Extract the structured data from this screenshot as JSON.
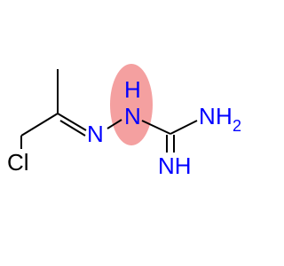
{
  "molecule": {
    "atoms": {
      "chlorine": "Cl",
      "imine_n": "N",
      "nh_n": "N",
      "nh_h": "H",
      "amine_n": "N",
      "amine_h": "H",
      "amine_subscript": "2",
      "imino_nh": "NH"
    },
    "highlight": {
      "color": "#F4A0A0"
    },
    "colors": {
      "nitrogen": "#0000FF",
      "chlorine": "#00A000",
      "bond": "#000000"
    }
  }
}
